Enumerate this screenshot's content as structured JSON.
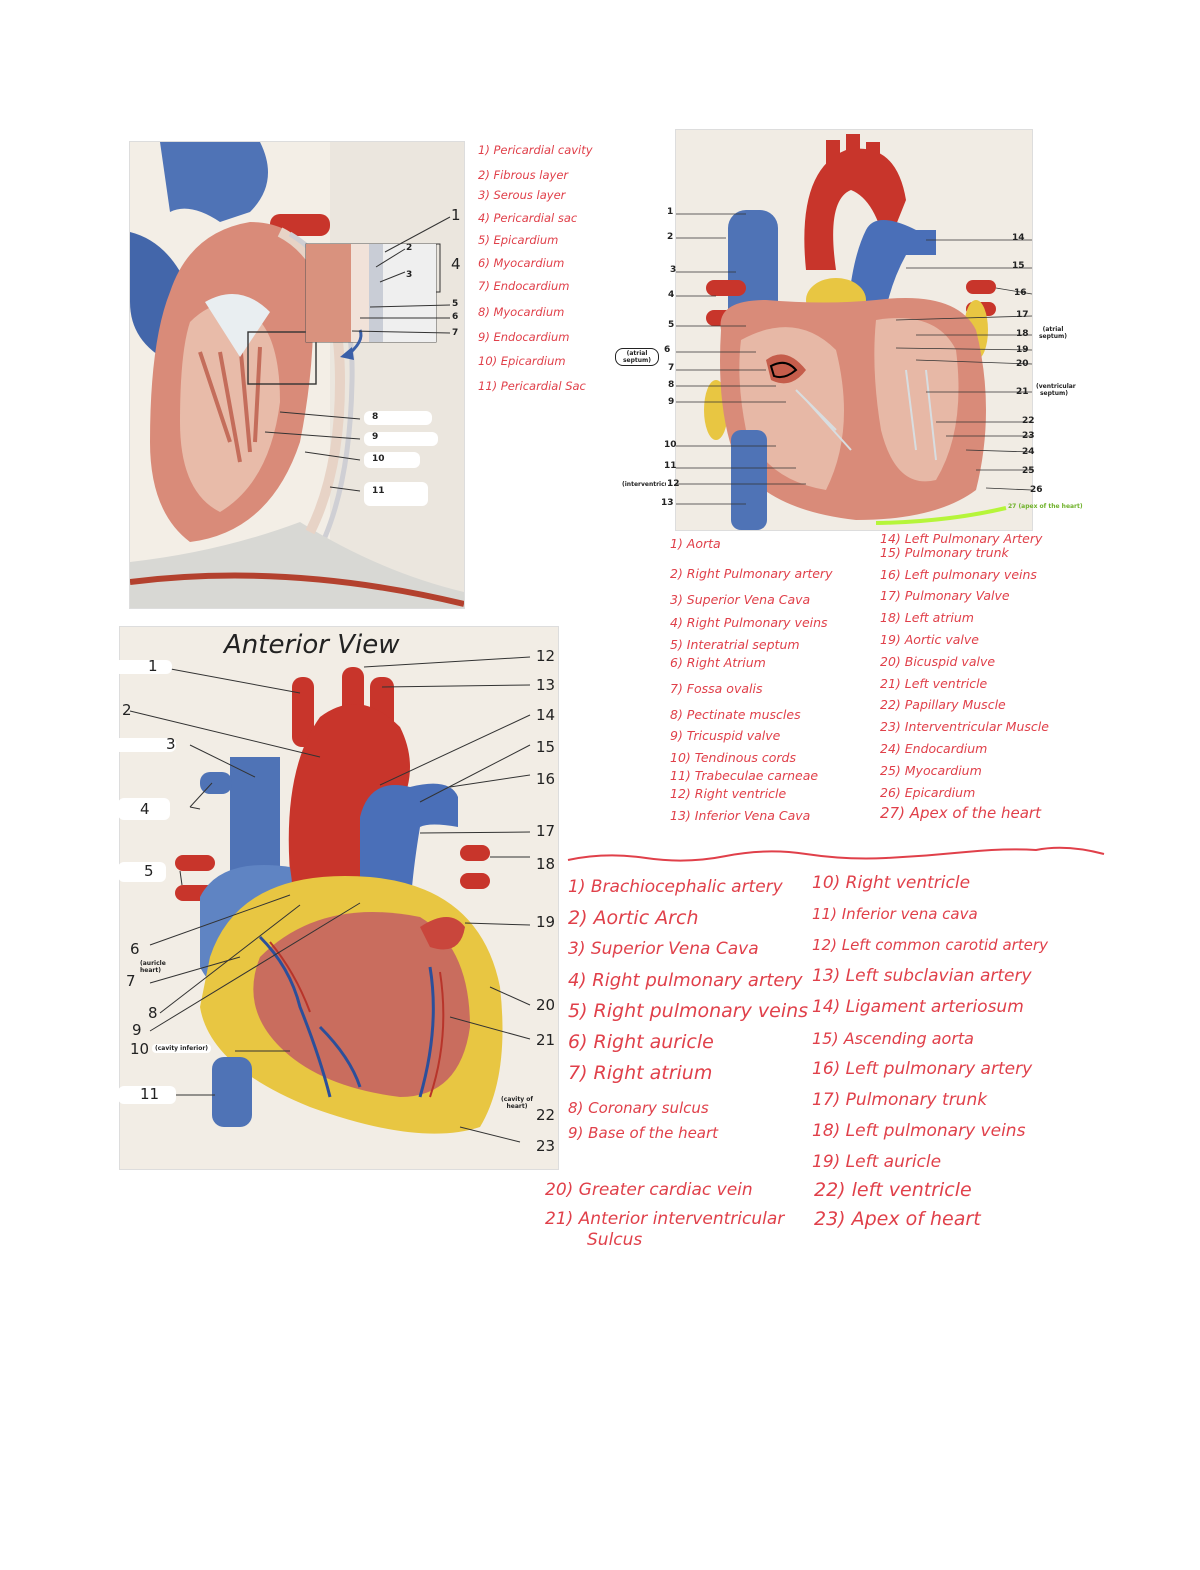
{
  "images": {
    "pericardium": {
      "callouts": [
        "1",
        "2",
        "3",
        "4",
        "5",
        "6",
        "7",
        "8",
        "9",
        "10",
        "11"
      ]
    },
    "frontal_section": {
      "callouts_left": [
        "1",
        "2",
        "3",
        "4",
        "5",
        "6",
        "7",
        "8",
        "9",
        "10",
        "11",
        "12",
        "13"
      ],
      "callouts_right": [
        "14",
        "15",
        "16",
        "17",
        "18",
        "19",
        "20",
        "21",
        "22",
        "23",
        "24",
        "25",
        "26"
      ],
      "left_tags": {
        "six": "(atrial septum)",
        "twelve": "(interventricular septum)"
      },
      "right_tags": {
        "eighteen": "(atrial septum)",
        "twentyone": "(ventricular septum)"
      },
      "apex_tag": "27 (apex of the heart)"
    },
    "anterior": {
      "title": "Anterior View",
      "callouts_left": [
        "1",
        "2",
        "3",
        "4",
        "5",
        "6",
        "7",
        "8",
        "9",
        "10",
        "11"
      ],
      "callouts_right": [
        "12",
        "13",
        "14",
        "15",
        "16",
        "17",
        "18",
        "19",
        "20",
        "21",
        "22",
        "23"
      ],
      "tags": {
        "seven": "(auricle heart)",
        "ten": "(cavity inferior)",
        "twentytwo": "(cavity of heart)"
      }
    }
  },
  "lists": {
    "pericardium": [
      "1) Pericardial cavity",
      "2) Fibrous layer",
      "3) Serous layer",
      "4) Pericardial sac",
      "5) Epicardium",
      "6) Myocardium",
      "7) Endocardium",
      "8) Myocardium",
      "9) Endocardium",
      "10) Epicardium",
      "11) Pericardial Sac"
    ],
    "frontal_left": [
      "1) Aorta",
      "2) Right Pulmonary artery",
      "3) Superior Vena Cava",
      "4) Right Pulmonary veins",
      "5) Interatrial septum",
      "6) Right Atrium",
      "7) Fossa ovalis",
      "8) Pectinate muscles",
      "9) Tricuspid valve",
      "10) Tendinous cords",
      "11) Trabeculae carneae",
      "12) Right ventricle",
      "13) Inferior Vena Cava"
    ],
    "frontal_right": [
      "14) Left Pulmonary Artery",
      "15) Pulmonary trunk",
      "16) Left pulmonary veins",
      "17) Pulmonary Valve",
      "18) Left atrium",
      "19) Aortic valve",
      "20) Bicuspid valve",
      "21) Left ventricle",
      "22) Papillary Muscle",
      "23) Interventricular Muscle",
      "24) Endocardium",
      "25) Myocardium",
      "26) Epicardium",
      "27) Apex of the heart"
    ],
    "anterior_left": [
      "1) Brachiocephalic artery",
      "2) Aortic Arch",
      "3) Superior Vena Cava",
      "4) Right pulmonary artery",
      "5) Right pulmonary veins",
      "6) Right auricle",
      "7) Right atrium",
      "8) Coronary sulcus",
      "9) Base of the heart"
    ],
    "anterior_right": [
      "10) Right ventricle",
      "11) Inferior vena cava",
      "12) Left common carotid artery",
      "13) Left subclavian artery",
      "14) Ligament arteriosum",
      "15) Ascending aorta",
      "16) Left pulmonary artery",
      "17) Pulmonary trunk",
      "18) Left pulmonary veins",
      "19) Left auricle"
    ],
    "anterior_bottom_left": [
      "20) Greater cardiac vein",
      "21) Anterior interventricular",
      "Sulcus"
    ],
    "anterior_bottom_right": [
      "22) left ventricle",
      "23) Apex of heart"
    ]
  },
  "colors": {
    "ink": "#e0404a",
    "highlight": "#b6f53a",
    "vein_blue": "#4a6fb8",
    "artery_red": "#c8352b",
    "muscle": "#d9897a",
    "fat": "#e8c642"
  }
}
